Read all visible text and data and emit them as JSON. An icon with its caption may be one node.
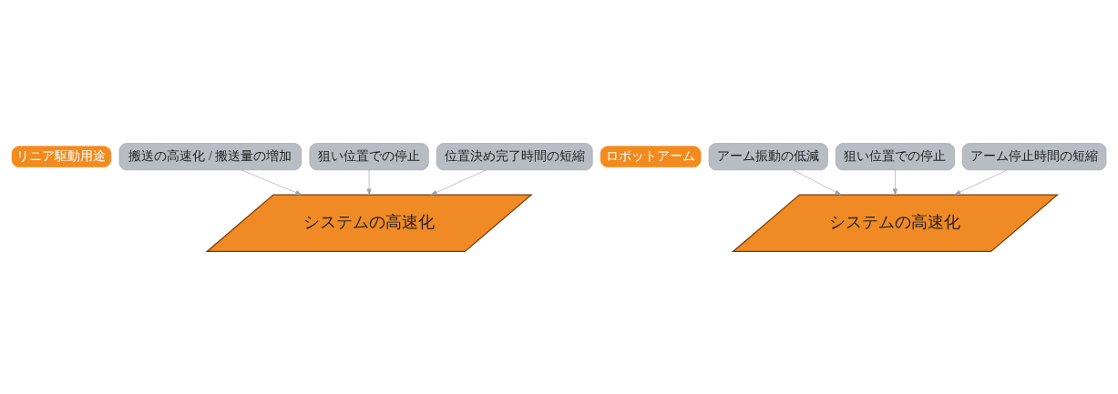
{
  "diagram": {
    "nodes": [
      {
        "text": [
          "リニア駆動用途"
        ]
      },
      {
        "text": [
          "搬送の高速化 / 搬送量の増加"
        ]
      },
      {
        "text": [
          "システムの高速化"
        ]
      },
      {
        "text": [
          "狙い位置での停止"
        ]
      },
      {
        "text": [
          "位置決め完了時間の短縮"
        ]
      },
      {
        "text": [
          "ロボットアーム"
        ]
      },
      {
        "text": [
          "アーム振動の低減"
        ]
      },
      {
        "text": [
          "システムの高速化"
        ]
      },
      {
        "text": [
          "狙い位置での停止"
        ]
      },
      {
        "text": [
          "アーム停止時間の短縮"
        ]
      }
    ],
    "edges": [
      {
        "from": 1,
        "to": 2,
        "arrow": "to"
      },
      {
        "from": 3,
        "to": 2,
        "arrow": "to"
      },
      {
        "from": 4,
        "to": 2,
        "arrow": "to"
      },
      {
        "from": 6,
        "to": 7,
        "arrow": "to"
      },
      {
        "from": 8,
        "to": 7,
        "arrow": "to"
      },
      {
        "from": 9,
        "to": 7,
        "arrow": "to"
      }
    ]
  }
}
